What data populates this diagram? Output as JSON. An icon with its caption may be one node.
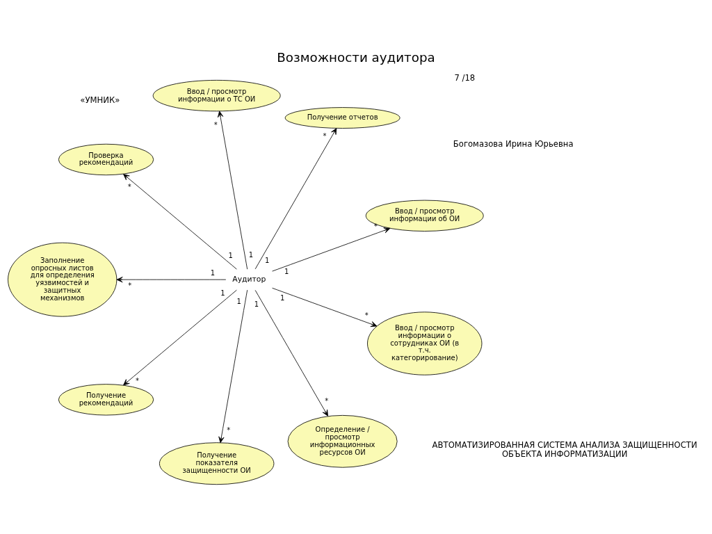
{
  "diagram": {
    "title": "Возможности аудитора",
    "nodes": [
      {
        "text": [
          "Аудитор"
        ]
      },
      {
        "text": [
          "Ввод / просмотр информации об ОИ"
        ]
      },
      {
        "text": [
          "Получение отчетов"
        ]
      },
      {
        "text": [
          "Ввод / просмотр информации о ТС ОИ"
        ]
      },
      {
        "text": [
          "Проверка рекомендаций"
        ]
      },
      {
        "text": [
          "Заполнение опросных листов для определения уязвимостей и защитных механизмов"
        ]
      },
      {
        "text": [
          "Получение рекомендаций"
        ]
      },
      {
        "text": [
          "Получение показателя защищенности ОИ"
        ]
      },
      {
        "text": [
          "Определение / просмотр информационных ресурсов ОИ"
        ]
      },
      {
        "text": [
          "Ввод / просмотр информации о сотрудниках ОИ (в т.ч. категорирование)"
        ]
      }
    ],
    "edges": [
      {
        "from": 0,
        "to": 1,
        "arrow": "to"
      },
      {
        "from": 0,
        "to": 2,
        "arrow": "to"
      },
      {
        "from": 0,
        "to": 3,
        "arrow": "to"
      },
      {
        "from": 0,
        "to": 4,
        "arrow": "to"
      },
      {
        "from": 0,
        "to": 5,
        "arrow": "to"
      },
      {
        "from": 0,
        "to": 6,
        "arrow": "to"
      },
      {
        "from": 0,
        "to": 7,
        "arrow": "to"
      },
      {
        "from": 0,
        "to": 8,
        "arrow": "to"
      },
      {
        "from": 0,
        "to": 9,
        "arrow": "to"
      }
    ],
    "labels": [
      "АВТОМАТИЗИРОВАННАЯ СИСТЕМА АНАЛИЗА ЗАЩИЩЕННОСТИ ОБЪЕКТА ИНФОРМАТИЗАЦИИ",
      "1",
      "*",
      "1",
      "*",
      "1",
      "*",
      "1",
      "*",
      "1",
      "*",
      "1",
      "*",
      "1",
      "*",
      "1",
      "*",
      "1",
      "*",
      "7 /18",
      "Богомазова Ирина Юрьевна",
      "«УМНИК»"
    ]
  }
}
